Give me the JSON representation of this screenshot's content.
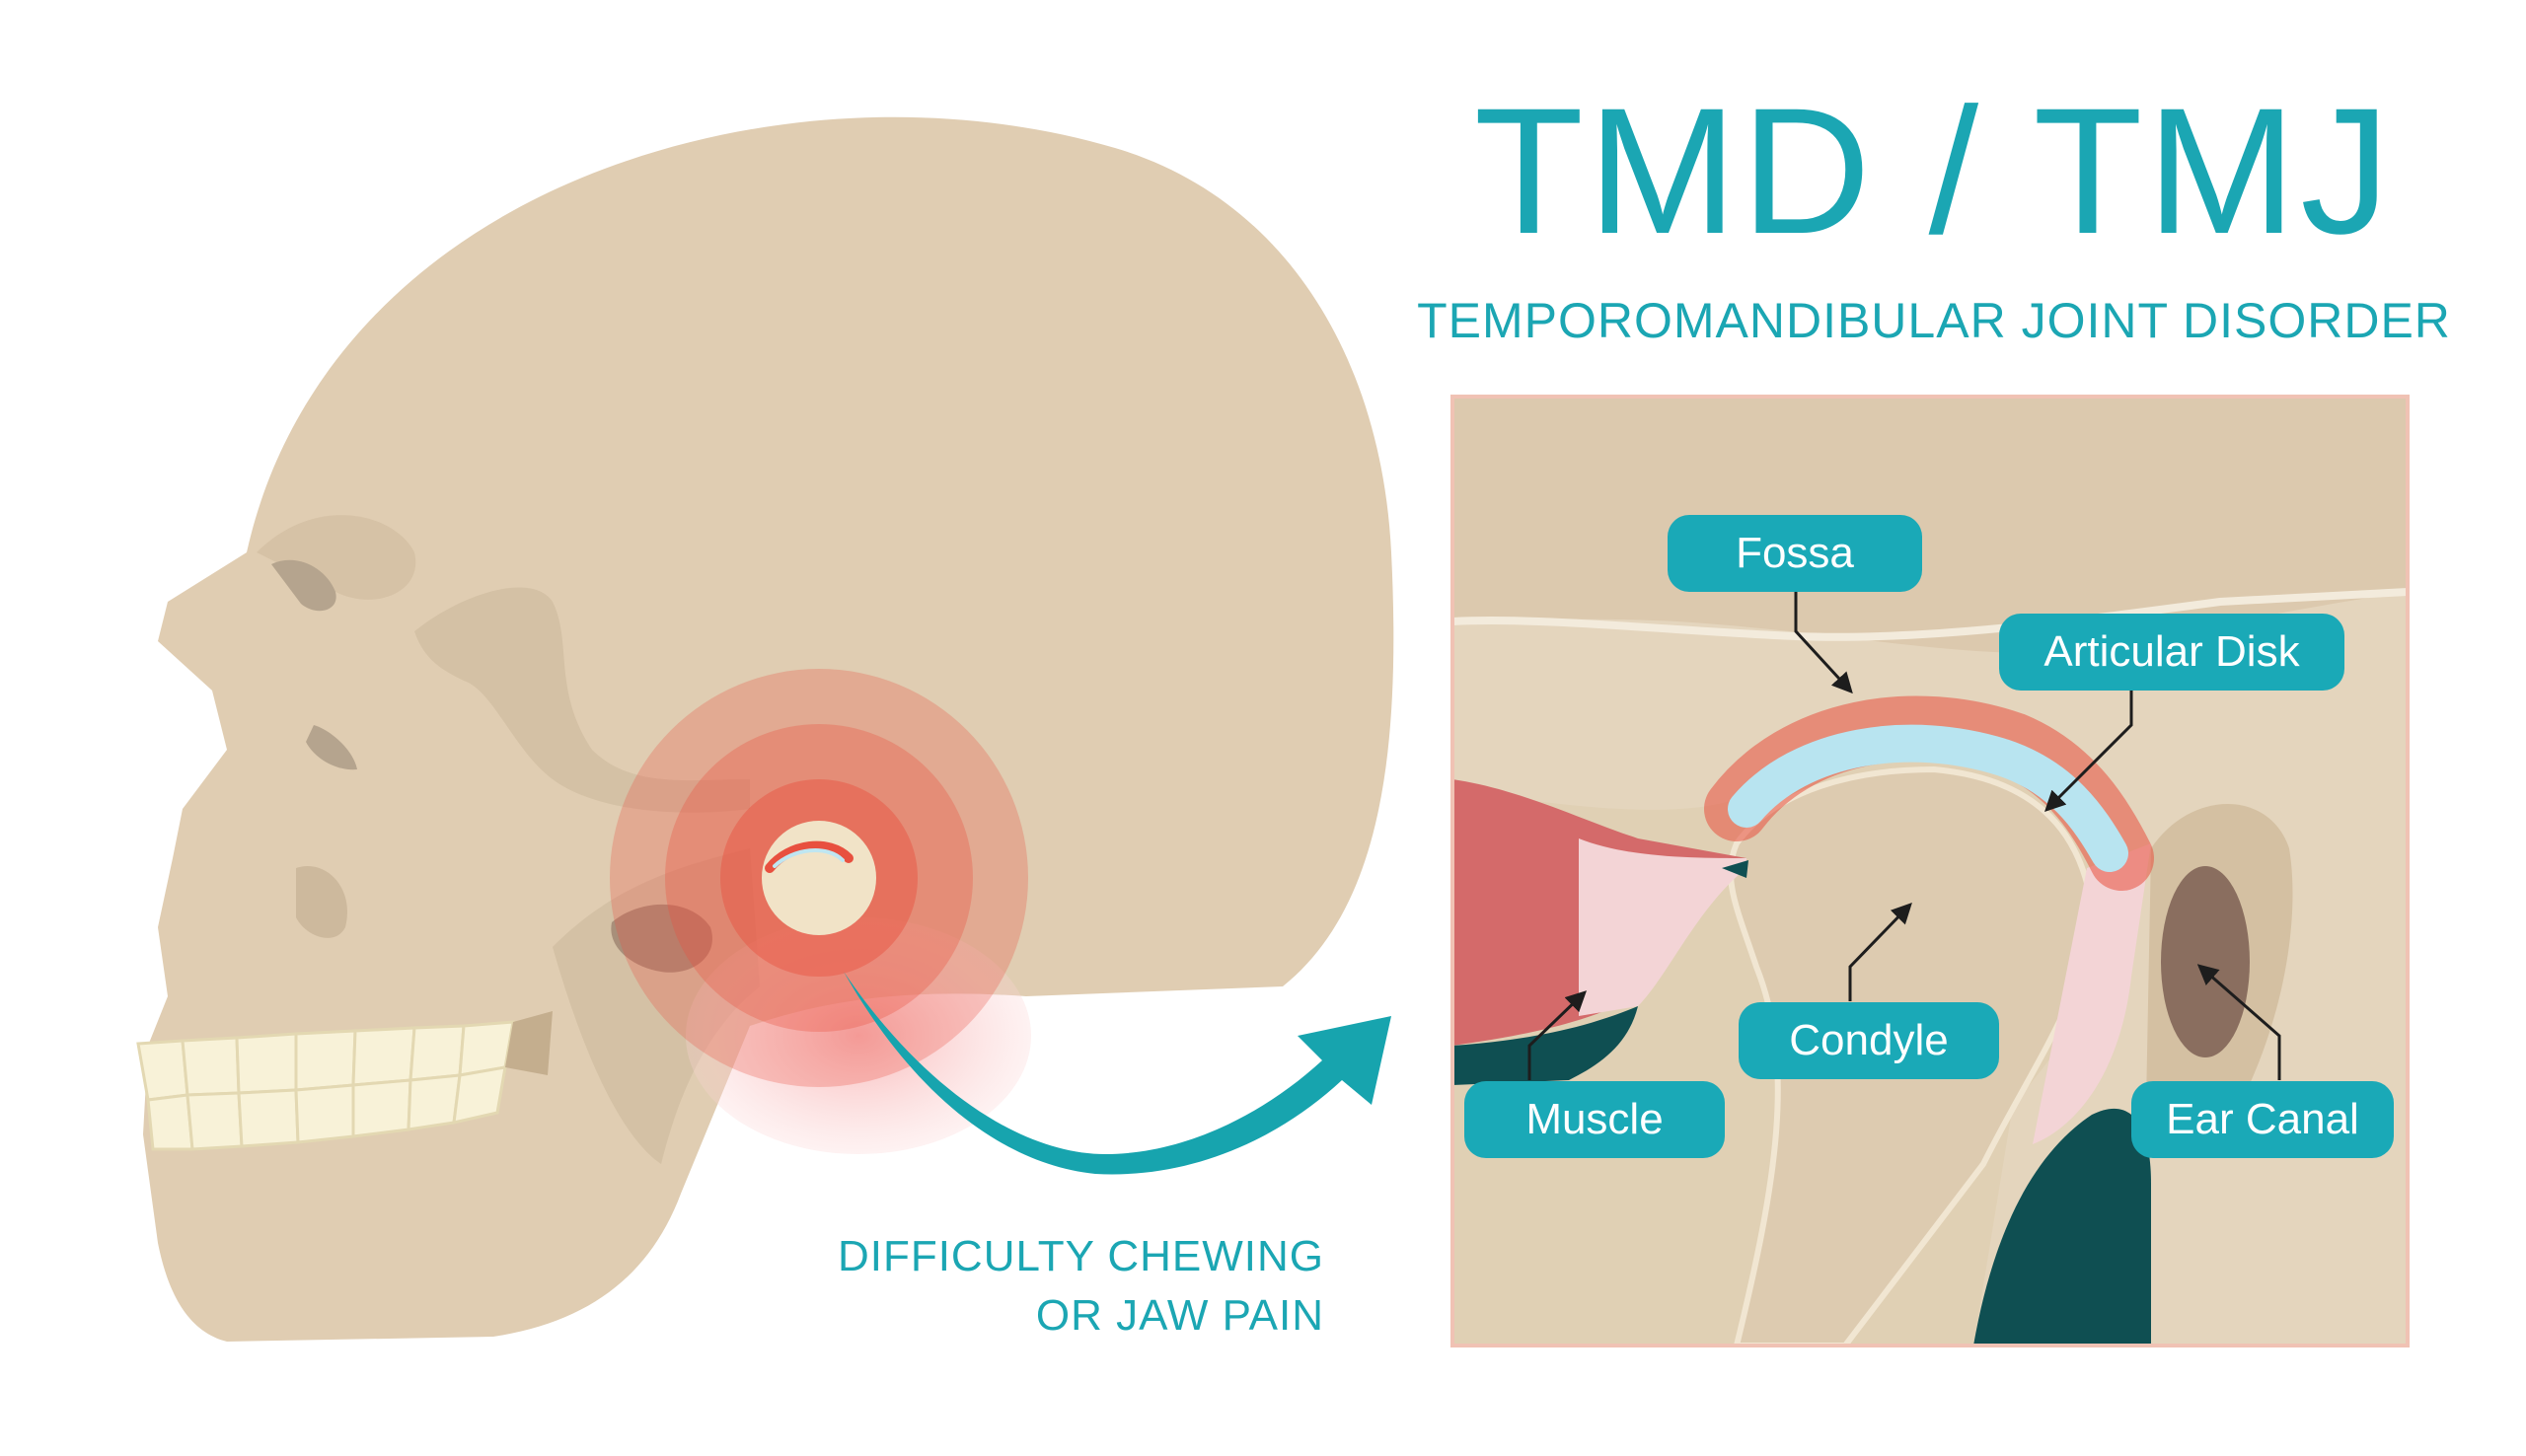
{
  "title": "TMD / TMJ",
  "subtitle": "TEMPOROMANDIBULAR JOINT DISORDER",
  "caption": {
    "line1": "DIFFICULTY CHEWING",
    "line2": "OR JAW PAIN"
  },
  "labels": {
    "fossa": "Fossa",
    "articular_disk": "Articular Disk",
    "condyle": "Condyle",
    "muscle": "Muscle",
    "ear_canal": "Ear Canal"
  },
  "colors": {
    "accent": "#1aa9b7",
    "skull": "#e0cdb2",
    "pain_red": "#e8503f",
    "disk": "#b8e4f0",
    "muscle": "#d46a6a",
    "ear_canal": "#8a6e5f",
    "dark_teal": "#0f4f52"
  }
}
